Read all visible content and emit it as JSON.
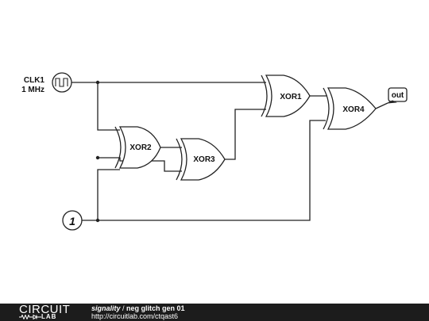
{
  "schematic": {
    "clock": {
      "name": "CLK1",
      "frequency": "1 MHz"
    },
    "constant": {
      "value": "1"
    },
    "gates": {
      "xor1": "XOR1",
      "xor2": "XOR2",
      "xor3": "XOR3",
      "xor4": "XOR4"
    },
    "output": {
      "label": "out"
    }
  },
  "footer": {
    "brand_top": "CIRCUIT",
    "brand_bottom": "LAB",
    "user": "signality",
    "separator": " / ",
    "title": "neg glitch gen 01",
    "url": "http://circuitlab.com/ctqast6"
  }
}
